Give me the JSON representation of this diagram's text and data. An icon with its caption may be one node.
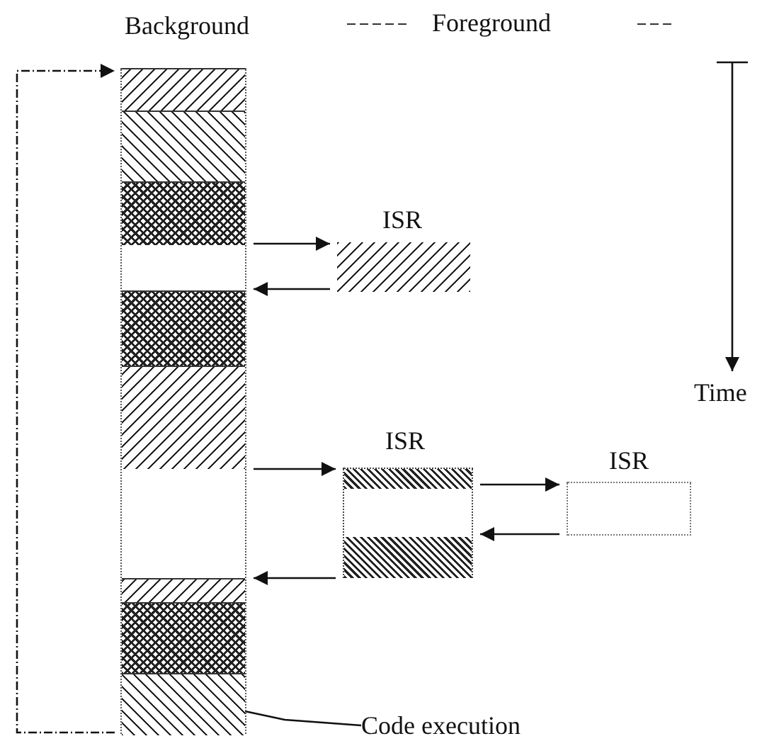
{
  "diagram": {
    "nodes": [
      {
        "text": [
          "Background"
        ]
      },
      {
        "text": [
          "ISR"
        ]
      },
      {
        "text": [
          "ISR"
        ]
      },
      {
        "text": [
          "ISR"
        ]
      },
      {
        "text": [
          "Code execution"
        ]
      },
      {
        "text": [],
        "shape": "box",
        "in": 0
      },
      {
        "text": [],
        "shape": "box",
        "in": 0
      },
      {
        "text": [],
        "shape": "box",
        "in": 0
      },
      {
        "text": [],
        "shape": "box",
        "in": 0
      },
      {
        "text": [],
        "shape": "box",
        "in": 0
      },
      {
        "text": [],
        "shape": "box",
        "in": 0
      },
      {
        "text": [],
        "shape": "box",
        "in": 0
      },
      {
        "text": [],
        "shape": "box",
        "in": 0
      }
    ],
    "edges": [
      {
        "from": 0,
        "to": 1,
        "arrow": "to"
      },
      {
        "from": 1,
        "to": 0,
        "arrow": "to"
      },
      {
        "from": 0,
        "to": 2,
        "arrow": "to"
      },
      {
        "from": 2,
        "to": 3,
        "arrow": "to"
      },
      {
        "from": 3,
        "to": 2,
        "arrow": "to"
      },
      {
        "from": 2,
        "to": 0,
        "arrow": "to"
      },
      {
        "from": 12,
        "to": 5,
        "arrow": "to",
        "style": "dashed"
      },
      {
        "from": 4,
        "to": 12,
        "arrow": "none"
      }
    ],
    "labels": [
      "Foreground",
      "Time"
    ]
  }
}
